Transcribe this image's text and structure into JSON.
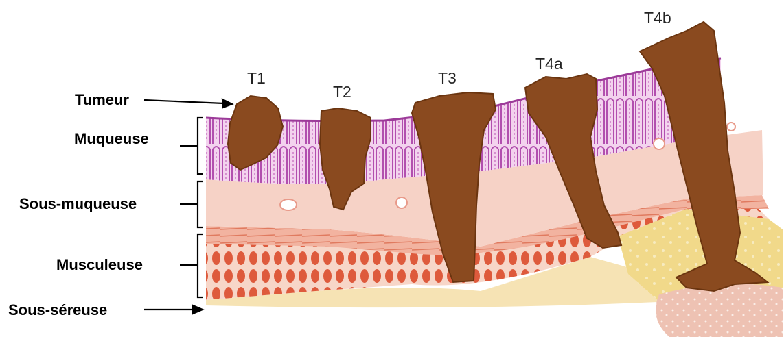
{
  "labels": {
    "tumeur": "Tumeur",
    "muqueuse": "Muqueuse",
    "sous_muqueuse": "Sous-muqueuse",
    "musculeuse": "Musculeuse",
    "sous_sereuse": "Sous-séreuse"
  },
  "stages": [
    "T1",
    "T2",
    "T3",
    "T4a",
    "T4b"
  ],
  "colors": {
    "tumor": "#8a4a1f",
    "tumor_dark": "#6b3510",
    "mucosa": "#b24fae",
    "mucosa_light": "#f3d3ee",
    "submucosa": "#f6d2c6",
    "muscle": "#de5a3c",
    "muscle_band": "#f2b3a0",
    "fat": "#f1d98a",
    "organ": "#eec2b3"
  }
}
